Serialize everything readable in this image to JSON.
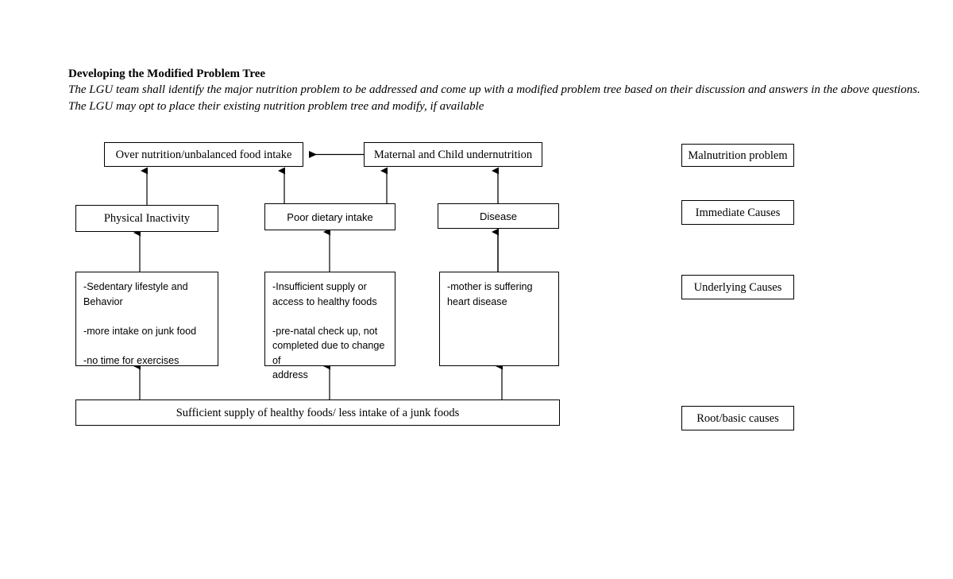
{
  "header": {
    "title": "Developing the Modified Problem Tree",
    "intro_lines": [
      "The LGU team shall identify the major nutrition problem to be addressed and come up with a modified problem tree based on their discussion and answers in the above questions.",
      "The LGU may opt to place their existing nutrition problem tree and modify, if available"
    ]
  },
  "diagram": {
    "type": "problem-tree",
    "levels": [
      {
        "legend": "Malnutrition problem",
        "nodes": [
          "Over nutrition/unbalanced food intake",
          "Maternal  and Child undernutrition"
        ]
      },
      {
        "legend": "Immediate Causes",
        "nodes": [
          "Physical Inactivity",
          "Poor dietary intake",
          "Disease"
        ]
      },
      {
        "legend": "Underlying Causes",
        "nodes": [
          "-Sedentary lifestyle and\nBehavior\n\n-more intake on junk food\n\n-no time for exercises",
          "-Insufficient supply or\naccess to healthy foods\n\n-pre-natal check up, not\ncompleted due to change of\naddress",
          "-mother is suffering\nheart disease"
        ]
      },
      {
        "legend": "Root/basic causes",
        "nodes": [
          "Sufficient supply of healthy foods/ less intake of a junk foods"
        ]
      }
    ],
    "boxes": {
      "over_nutrition": "Over nutrition/unbalanced food intake",
      "maternal_child": "Maternal  and Child undernutrition",
      "physical_inactivity": "Physical Inactivity",
      "poor_dietary_intake": "Poor dietary intake",
      "disease": "Disease",
      "sedentary": "-Sedentary lifestyle and\nBehavior\n\n-more intake on junk food\n\n-no time for exercises",
      "insufficient_supply": "-Insufficient supply or\naccess to healthy foods\n\n-pre-natal check up, not\ncompleted due to change of\naddress",
      "mother_heart": "-mother is suffering\nheart disease",
      "root_box": "Sufficient supply of healthy foods/ less intake of a junk foods"
    },
    "legend": {
      "malnutrition_problem": "Malnutrition problem",
      "immediate_causes": "Immediate Causes",
      "underlying_causes": "Underlying Causes",
      "root_basic_causes": "Root/basic causes"
    },
    "colors": {
      "stroke": "#000000",
      "fill": "#ffffff",
      "text": "#000000"
    }
  }
}
